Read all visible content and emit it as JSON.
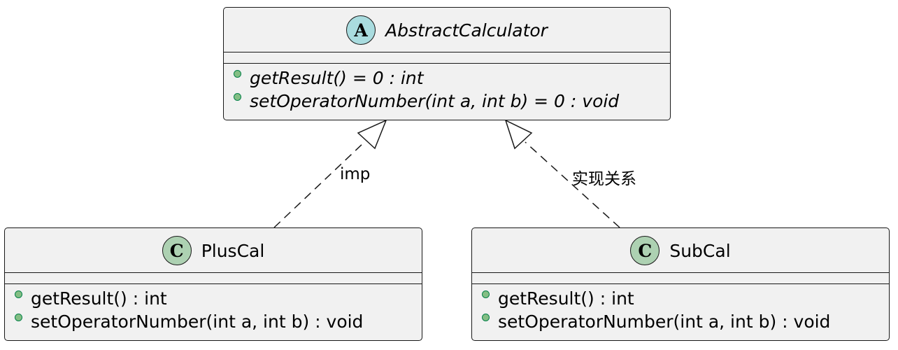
{
  "classes": [
    {
      "id": "abstract",
      "kind": "A",
      "name": "AbstractCalculator",
      "abstract": true,
      "methods": [
        "getResult() = 0 : int",
        "setOperatorNumber(int a, int b) = 0 : void"
      ]
    },
    {
      "id": "plus",
      "kind": "C",
      "name": "PlusCal",
      "abstract": false,
      "methods": [
        "getResult() : int",
        "setOperatorNumber(int a, int b) : void"
      ]
    },
    {
      "id": "sub",
      "kind": "C",
      "name": "SubCal",
      "abstract": false,
      "methods": [
        "getResult() : int",
        "setOperatorNumber(int a, int b) : void"
      ]
    }
  ],
  "relations": [
    {
      "from": "PlusCal",
      "to": "AbstractCalculator",
      "type": "realization",
      "label": "imp"
    },
    {
      "from": "SubCal",
      "to": "AbstractCalculator",
      "type": "realization",
      "label": "实现关系"
    }
  ],
  "colors": {
    "class_fill": "#f1f1f1",
    "border": "#181818",
    "abstract_badge": "#a9dcdf",
    "class_badge": "#add1b2",
    "method_dot": "#84be84"
  }
}
